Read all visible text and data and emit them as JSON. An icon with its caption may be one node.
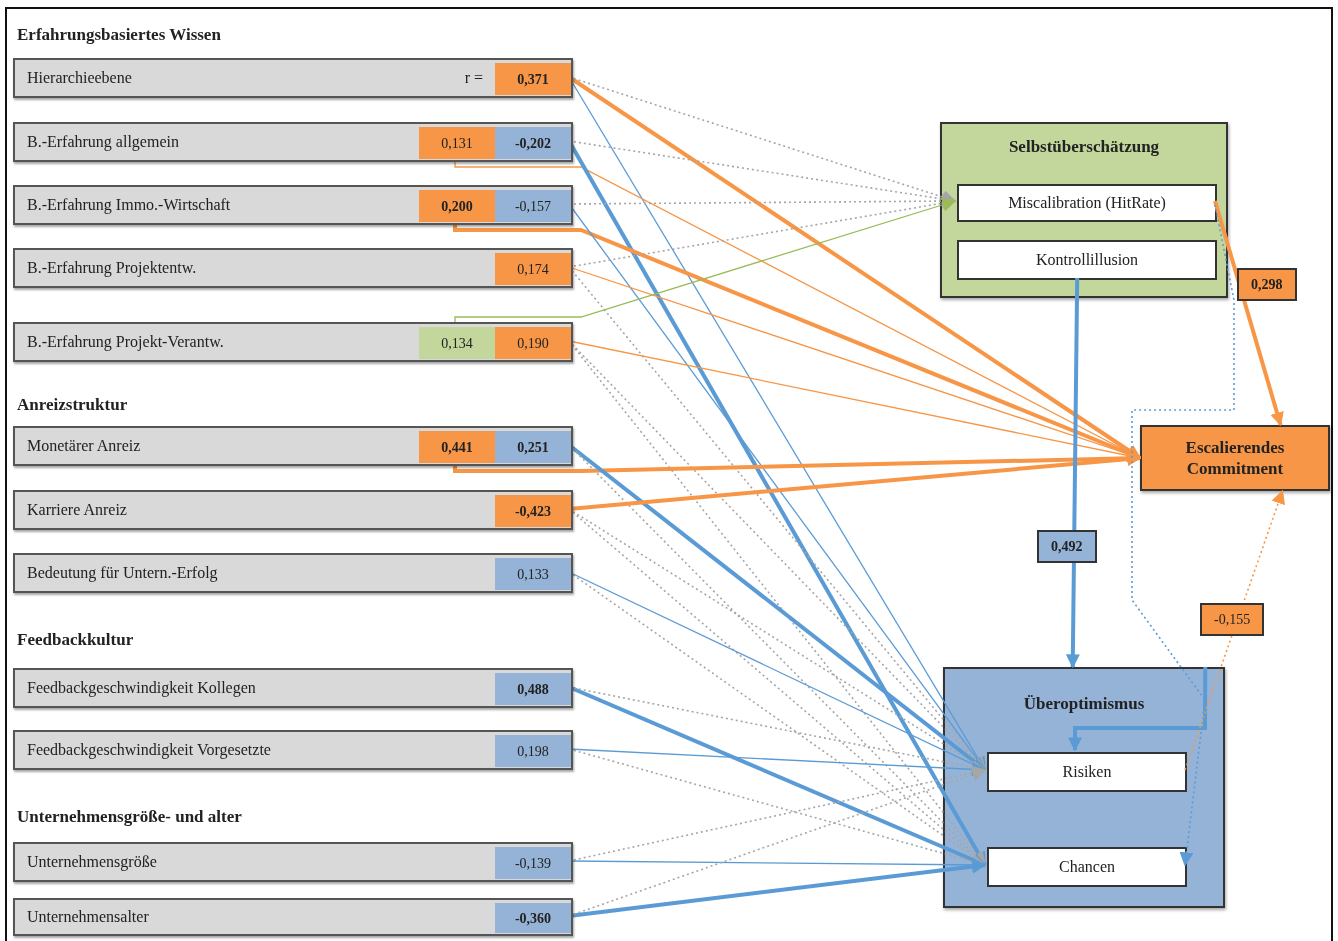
{
  "diagram": {
    "nodes": [
      {
        "text": [
          "Hierarchieebene",
          "r ="
        ]
      },
      {
        "text": [
          "0,371"
        ],
        "in": 0
      },
      {
        "text": [
          "B.-Erfahrung allgemein"
        ]
      },
      {
        "text": [
          "0,131"
        ],
        "in": 2
      },
      {
        "text": [
          "-0,202"
        ],
        "in": 2
      },
      {
        "text": [
          "B.-Erfahrung Immo.-Wirtschaft"
        ]
      },
      {
        "text": [
          "0,200"
        ],
        "in": 5
      },
      {
        "text": [
          "-0,157"
        ],
        "in": 5
      },
      {
        "text": [
          "B.-Erfahrung Projektentw."
        ]
      },
      {
        "text": [
          "0,174"
        ],
        "in": 8
      },
      {
        "text": [
          "B.-Erfahrung Projekt-Verantw."
        ]
      },
      {
        "text": [
          "0,134"
        ],
        "in": 10
      },
      {
        "text": [
          "0,190"
        ],
        "in": 10
      },
      {
        "text": [
          "Monetärer Anreiz"
        ]
      },
      {
        "text": [
          "0,441"
        ],
        "in": 13
      },
      {
        "text": [
          "0,251"
        ],
        "in": 13
      },
      {
        "text": [
          "Karriere Anreiz"
        ]
      },
      {
        "text": [
          "-0,423"
        ],
        "in": 16
      },
      {
        "text": [
          "Bedeutung für Untern.-Erfolg"
        ]
      },
      {
        "text": [
          "0,133"
        ],
        "in": 18
      },
      {
        "text": [
          "Feedbackgeschwindigkeit Kollegen"
        ]
      },
      {
        "text": [
          "0,488"
        ],
        "in": 20
      },
      {
        "text": [
          "Feedbackgeschwindigkeit Vorgesetzte"
        ]
      },
      {
        "text": [
          "0,198"
        ],
        "in": 22
      },
      {
        "text": [
          "Unternehmensgröße"
        ]
      },
      {
        "text": [
          "-0,139"
        ],
        "in": 24
      },
      {
        "text": [
          "Unternehmensalter"
        ]
      },
      {
        "text": [
          "-0,360"
        ],
        "in": 26
      },
      {
        "text": [
          "Selbstüberschätzung"
        ]
      },
      {
        "text": [
          "Miscalibration (HitRate)"
        ],
        "in": 28
      },
      {
        "text": [
          "Kontrollillusion"
        ],
        "in": 28
      },
      {
        "text": [
          "Escalierendes Commitment"
        ]
      },
      {
        "text": [
          "Überoptimismus"
        ]
      },
      {
        "text": [
          "Risiken"
        ],
        "in": 32
      },
      {
        "text": [
          "Chancen"
        ],
        "in": 32
      }
    ],
    "edges": [
      {
        "from": 1,
        "to": 31,
        "arrow": "to",
        "style": "thick",
        "color": "#f79646"
      },
      {
        "from": 1,
        "to": 33,
        "arrow": "to",
        "color": "#5b9bd5"
      },
      {
        "from": 1,
        "to": 29,
        "arrow": "to",
        "style": "dashed",
        "color": "#a6a6a6"
      },
      {
        "from": 3,
        "to": 31,
        "arrow": "to",
        "color": "#f79646"
      },
      {
        "from": 4,
        "to": 34,
        "arrow": "to",
        "style": "thick",
        "color": "#5b9bd5"
      },
      {
        "from": 4,
        "to": 29,
        "arrow": "to",
        "style": "dashed",
        "color": "#a6a6a6"
      },
      {
        "from": 6,
        "to": 31,
        "arrow": "to",
        "style": "thick",
        "color": "#f79646"
      },
      {
        "from": 7,
        "to": 33,
        "arrow": "to",
        "color": "#5b9bd5"
      },
      {
        "from": 7,
        "to": 29,
        "arrow": "to",
        "style": "dashed",
        "color": "#a6a6a6"
      },
      {
        "from": 9,
        "to": 31,
        "arrow": "to",
        "color": "#f79646"
      },
      {
        "from": 9,
        "to": 29,
        "arrow": "to",
        "style": "dashed",
        "color": "#a6a6a6"
      },
      {
        "from": 9,
        "to": 33,
        "arrow": "to",
        "style": "dashed",
        "color": "#a6a6a6"
      },
      {
        "from": 11,
        "to": 29,
        "arrow": "to",
        "color": "#9bbb59"
      },
      {
        "from": 12,
        "to": 31,
        "arrow": "to",
        "color": "#f79646"
      },
      {
        "from": 12,
        "to": 33,
        "arrow": "to",
        "style": "dashed",
        "color": "#a6a6a6"
      },
      {
        "from": 12,
        "to": 34,
        "arrow": "to",
        "style": "dashed",
        "color": "#a6a6a6"
      },
      {
        "from": 14,
        "to": 31,
        "arrow": "to",
        "style": "thick",
        "color": "#f79646"
      },
      {
        "from": 15,
        "to": 33,
        "arrow": "to",
        "style": "thick",
        "color": "#5b9bd5"
      },
      {
        "from": 15,
        "to": 34,
        "arrow": "to",
        "style": "dashed",
        "color": "#a6a6a6"
      },
      {
        "from": 17,
        "to": 31,
        "arrow": "to",
        "style": "thick",
        "color": "#f79646"
      },
      {
        "from": 17,
        "to": 33,
        "arrow": "to",
        "style": "dashed",
        "color": "#a6a6a6"
      },
      {
        "from": 17,
        "to": 34,
        "arrow": "to",
        "style": "dashed",
        "color": "#a6a6a6"
      },
      {
        "from": 19,
        "to": 33,
        "arrow": "to",
        "color": "#5b9bd5"
      },
      {
        "from": 19,
        "to": 34,
        "arrow": "to",
        "style": "dashed",
        "color": "#a6a6a6"
      },
      {
        "from": 21,
        "to": 34,
        "arrow": "to",
        "style": "thick",
        "color": "#5b9bd5"
      },
      {
        "from": 21,
        "to": 33,
        "arrow": "to",
        "style": "dashed",
        "color": "#a6a6a6"
      },
      {
        "from": 23,
        "to": 33,
        "arrow": "to",
        "color": "#5b9bd5"
      },
      {
        "from": 23,
        "to": 34,
        "arrow": "to",
        "style": "dashed",
        "color": "#a6a6a6"
      },
      {
        "from": 25,
        "to": 34,
        "arrow": "to",
        "color": "#5b9bd5"
      },
      {
        "from": 25,
        "to": 33,
        "arrow": "to",
        "style": "dashed",
        "color": "#a6a6a6"
      },
      {
        "from": 27,
        "to": 34,
        "arrow": "to",
        "style": "thick",
        "color": "#5b9bd5"
      },
      {
        "from": 27,
        "to": 33,
        "arrow": "to",
        "style": "dashed",
        "color": "#a6a6a6"
      },
      {
        "from": 29,
        "to": 31,
        "arrow": "to",
        "style": "thick",
        "color": "#f79646",
        "label": "0,298"
      },
      {
        "from": 29,
        "to": 34,
        "arrow": "to",
        "style": "dashed",
        "color": "#5b9bd5"
      },
      {
        "from": 30,
        "to": 32,
        "arrow": "to",
        "style": "thick",
        "color": "#5b9bd5",
        "label": "0,492"
      },
      {
        "from": 32,
        "to": 33,
        "arrow": "to",
        "style": "thick",
        "color": "#5b9bd5"
      },
      {
        "from": 33,
        "to": 31,
        "arrow": "to",
        "style": "dashed",
        "color": "#f79646",
        "label": "-0,155"
      }
    ],
    "labels": [
      "Erfahrungsbasiertes Wissen",
      "Anreizstruktur",
      "Feedbackkultur",
      "Unternehmensgröße- und alter"
    ]
  }
}
